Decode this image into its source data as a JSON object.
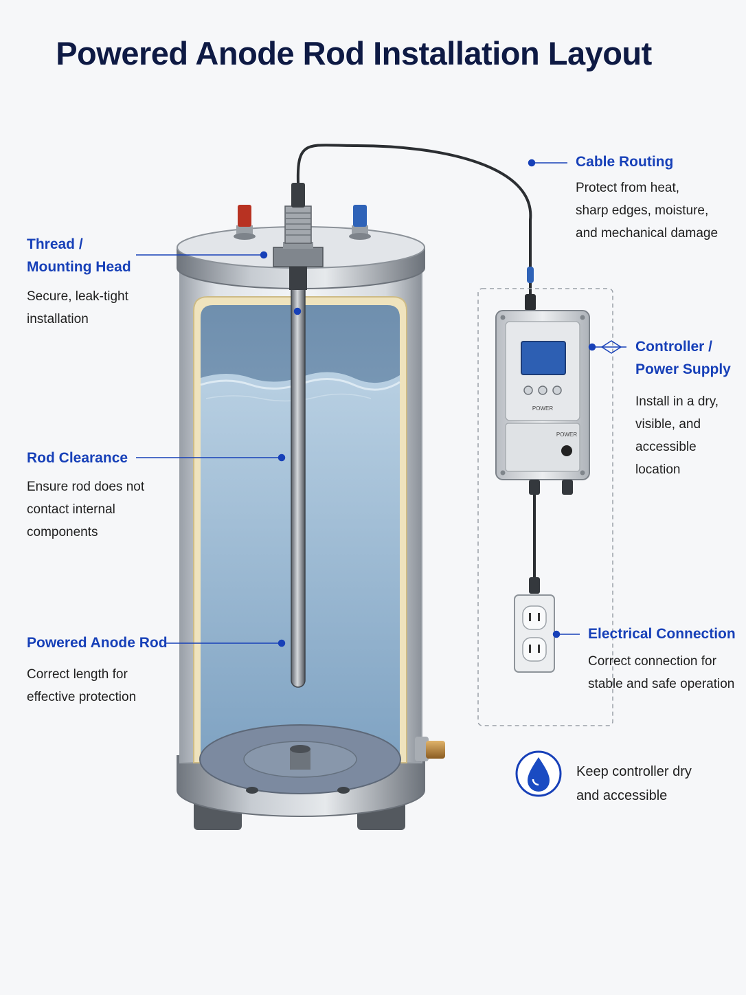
{
  "title": "Powered Anode Rod Installation Layout",
  "callouts": {
    "thread_mounting_head": {
      "heading": "Thread /\nMounting Head",
      "description": "Secure, leak-tight\ninstallation"
    },
    "rod_clearance": {
      "heading": "Rod Clearance",
      "description": "Ensure rod does not\ncontact internal\ncomponents"
    },
    "powered_anode_rod": {
      "heading": "Powered Anode Rod",
      "description": "Correct length for\neffective protection"
    },
    "cable_routing": {
      "heading": "Cable Routing",
      "description": "Protect from heat,\nsharp edges, moisture,\nand mechanical damage"
    },
    "controller_power_supply": {
      "heading": "Controller /\nPower Supply",
      "description": "Install in a dry,\nvisible, and\naccessible\nlocation"
    },
    "electrical_connection": {
      "heading": "Electrical Connection",
      "description": "Correct connection for\nstable and safe operation"
    }
  },
  "controller": {
    "button_label": "POWER",
    "switch_label": "POWER"
  },
  "tip": {
    "icon": "water-drop-icon",
    "text": "Keep controller dry\nand accessible"
  },
  "colors": {
    "accent": "#1740b8",
    "title": "#0e1a44",
    "water": "#a9c6dd",
    "screen": "#2d5fb3"
  }
}
